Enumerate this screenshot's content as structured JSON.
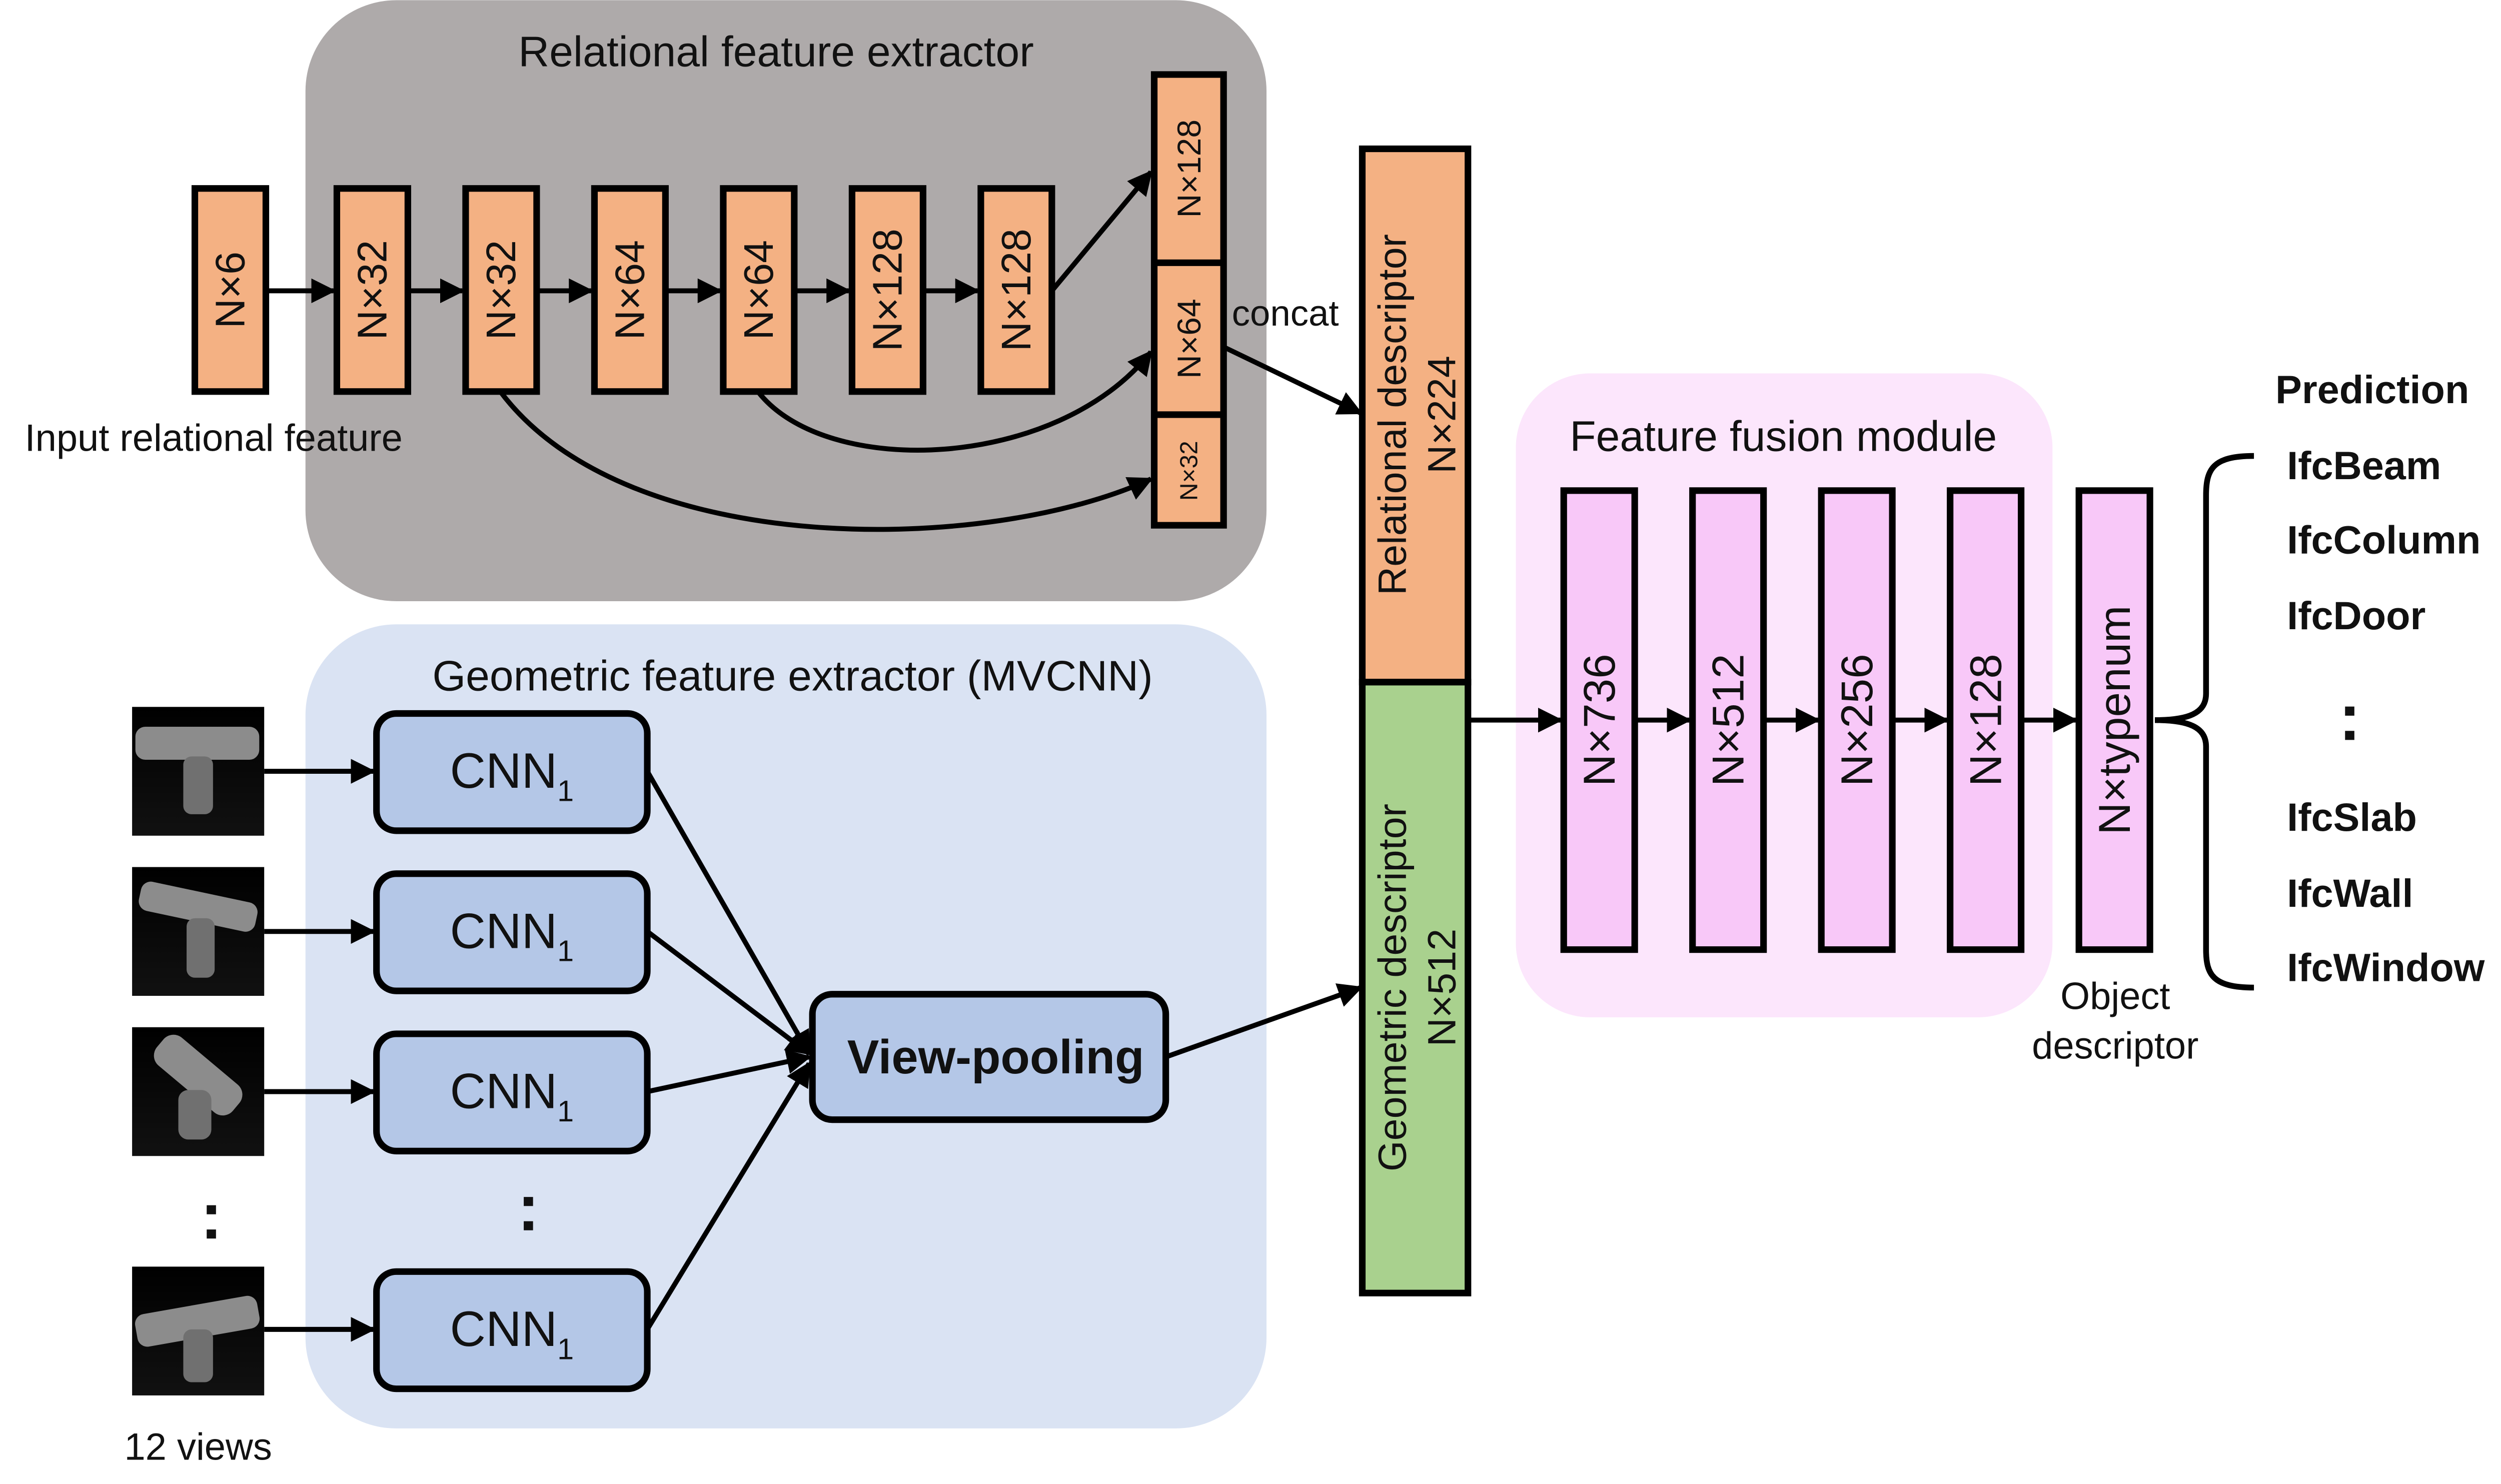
{
  "colors": {
    "relational_panel": "#aeaaaa",
    "geometric_panel": "#dae3f3",
    "fusion_panel": "#fce6fc",
    "orange_block": "#f4b183",
    "pink_block": "#f8c8f8",
    "green_block": "#a9d18e",
    "cnn_block": "#b4c7e7",
    "stroke": "#000000"
  },
  "relational": {
    "title": "Relational feature extractor",
    "input_caption": "Input relational feature",
    "blocks": [
      "N×6",
      "N×32",
      "N×32",
      "N×64",
      "N×64",
      "N×128",
      "N×128"
    ],
    "concat_blocks": [
      "N×128",
      "N×64",
      "N×32"
    ],
    "concat_label": "concat"
  },
  "geometric": {
    "title": "Geometric feature extractor (MVCNN)",
    "cnn_label": "CNN",
    "cnn_subscript": "1",
    "pooling_label": "View-pooling",
    "views_caption": "12 views",
    "ellipsis": ":"
  },
  "descriptors": {
    "relational_name": "Relational descriptor",
    "relational_size": "N×224",
    "geometric_name": "Geometric descriptor",
    "geometric_size": "N×512"
  },
  "fusion": {
    "title": "Feature fusion module",
    "blocks": [
      "N×736",
      "N×512",
      "N×256",
      "N×128"
    ],
    "output_block": "N×typenum",
    "output_caption_line1": "Object",
    "output_caption_line2": "descriptor"
  },
  "prediction": {
    "title": "Prediction",
    "classes_top": [
      "IfcBeam",
      "IfcColumn",
      "IfcDoor"
    ],
    "ellipsis": ":",
    "classes_bottom": [
      "IfcSlab",
      "IfcWall",
      "IfcWindow"
    ]
  }
}
